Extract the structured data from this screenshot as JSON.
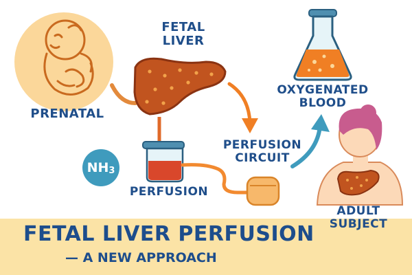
{
  "labels": {
    "prenatal": "PRENATAL",
    "fetal_liver_line1": "FETAL",
    "fetal_liver_line2": "LIVER",
    "perfusion": "PERFUSION",
    "perfusion_circuit_line1": "PERFUSION",
    "perfusion_circuit_line2": "CIRCUIT",
    "oxygenated_line1": "OXYGENATED",
    "oxygenated_line2": "BLOOD",
    "adult_line1": "ADULT",
    "adult_line2": "SUBJECT",
    "nh3_main": "NH",
    "nh3_sub": "3"
  },
  "banner": {
    "title": "FETAL LIVER PERFUSION",
    "subtitle": "— A NEW APPROACH"
  },
  "colors": {
    "label_blue": "#1f4e8a",
    "banner_bg": "#fbe3a6",
    "fetus_circle": "#fbd79a",
    "liver": "#c1541f",
    "blood_orange": "#f28a30",
    "blood_red": "#d9472b",
    "arrow_teal": "#3f9bbd",
    "nh3_circle": "#3f9bbd",
    "adult_hair": "#c85c8e",
    "adult_skin": "#fcd9b8"
  },
  "icons": [
    "fetus-icon",
    "liver-icon",
    "perfusion-beaker-icon",
    "pump-icon",
    "flask-icon",
    "adult-person-icon",
    "nh3-molecule-icon"
  ]
}
